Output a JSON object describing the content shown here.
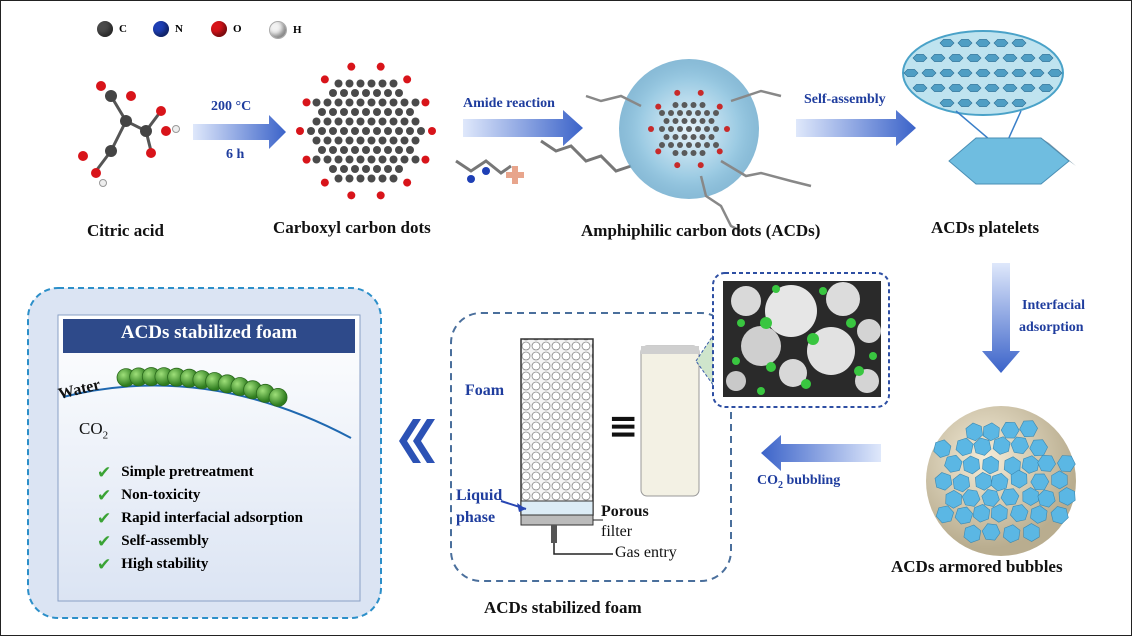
{
  "legend": [
    {
      "symbol": "C",
      "color": "#4a4a4a"
    },
    {
      "symbol": "N",
      "color": "#1e3fb5"
    },
    {
      "symbol": "O",
      "color": "#d8141a"
    },
    {
      "symbol": "H",
      "color": "#f2f2f2"
    }
  ],
  "steps": {
    "citric_acid": "Citric acid",
    "carboxyl_dots": "Carboxyl carbon dots",
    "acds": "Amphiphilic carbon dots (ACDs)",
    "platelets": "ACDs platelets",
    "armored": "ACDs armored bubbles",
    "foam_setup": "ACDs stabilized foam"
  },
  "arrows": {
    "temperature": "200 °C",
    "time": "6 h",
    "amide": "Amide reaction",
    "self_assembly": "Self-assembly",
    "interfacial_1": "Interfacial",
    "interfacial_2": "adsorption",
    "co2": "CO",
    "co2_sub": "2",
    "bubbling": "bubbling"
  },
  "setup": {
    "foam": "Foam",
    "liquid_1": "Liquid",
    "liquid_2": "phase",
    "porous_1": "Porous",
    "porous_2": "filter",
    "gas_entry": "Gas entry",
    "equiv": "≡"
  },
  "panel": {
    "title": "ACDs stabilized foam",
    "water": "Water",
    "co2": "CO",
    "co2_sub": "2",
    "features": [
      "Simple pretreatment",
      "Non-toxicity",
      "Rapid interfacial adsorption",
      "Self-assembly",
      "High stability"
    ]
  },
  "colors": {
    "arrow_blue": "#3b63c9",
    "panel_title_bg": "#2e4a8a",
    "check_green": "#3aa335",
    "dash_border": "#2c8fc9"
  }
}
